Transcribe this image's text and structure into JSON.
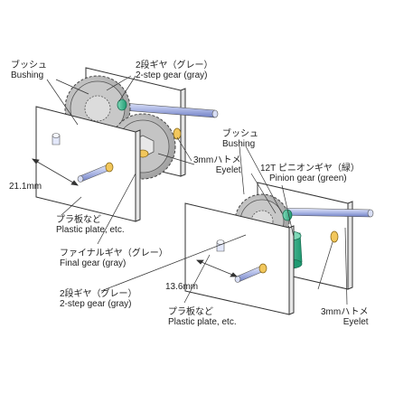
{
  "labels": {
    "bushing_1": {
      "jp": "ブッシュ",
      "en": "Bushing"
    },
    "gear_2step_1": {
      "jp": "2段ギヤ（グレー）",
      "en": "2-step gear (gray)"
    },
    "eyelet_1": {
      "jp": "3mmハトメ",
      "en": "Eyelet"
    },
    "plastic_plate_1": {
      "jp": "プラ板など",
      "en": "Plastic plate, etc."
    },
    "final_gear": {
      "jp": "ファイナルギヤ（グレー）",
      "en": "Final gear (gray)"
    },
    "bushing_2": {
      "jp": "ブッシュ",
      "en": "Bushing"
    },
    "pinion_gear": {
      "jp": "12T ピニオンギヤ（緑）",
      "en": "Pinion gear (green)"
    },
    "gear_2step_2": {
      "jp": "2段ギヤ（グレー）",
      "en": "2-step gear (gray)"
    },
    "plastic_plate_2": {
      "jp": "プラ板など",
      "en": "Plastic plate, etc."
    },
    "eyelet_2": {
      "jp": "3mmハトメ",
      "en": "Eyelet"
    }
  },
  "dimensions": {
    "dim_1": "21.1mm",
    "dim_2": "13.6mm"
  },
  "colors": {
    "plate_fill": "#ffffff",
    "plate_stroke": "#333333",
    "gear_gray": "#bfbfbf",
    "pinion_green": "#2db58a",
    "eyelet_yellow": "#f2c75c",
    "shaft_blue": "#aeb9e6",
    "leader": "#333333"
  }
}
